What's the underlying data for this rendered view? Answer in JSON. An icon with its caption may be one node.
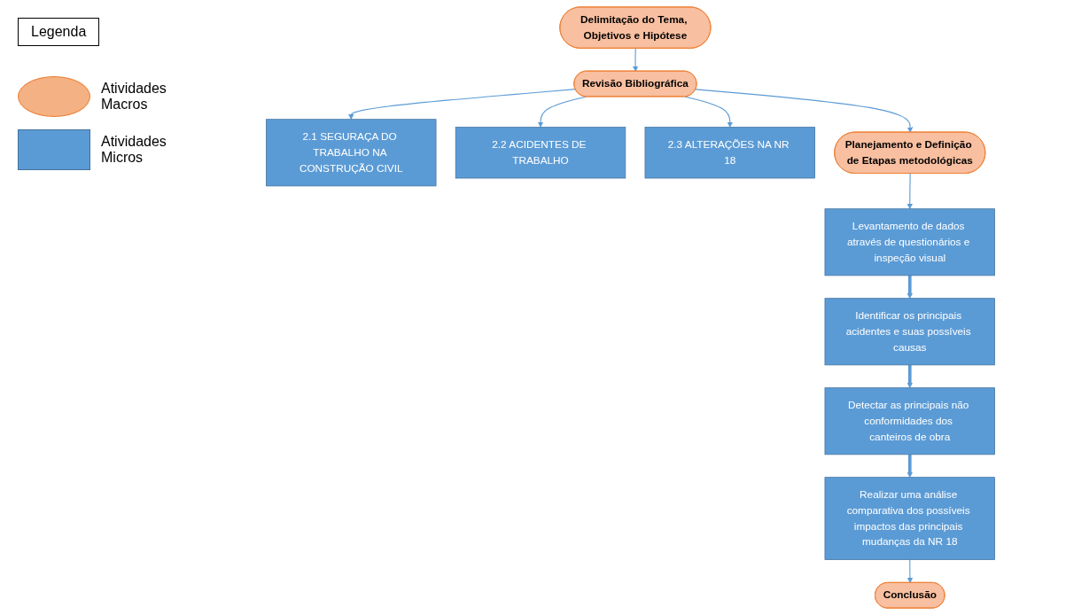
{
  "diagram": {
    "nodes": [
      {
        "text": [
          "Delimitação do Tema, Objetivos e Hipótese"
        ]
      },
      {
        "text": [
          "Revisão Bibliográfica"
        ]
      },
      {
        "text": [
          "2.1 SEGURAÇA DO TRABALHO NA CONSTRUÇÃO CIVIL"
        ]
      },
      {
        "text": [
          "2.2 ACIDENTES DE TRABALHO"
        ]
      },
      {
        "text": [
          "2.3 ALTERAÇÕES NA NR 18"
        ]
      },
      {
        "text": [
          "Planejamento e Definição de Etapas metodológicas"
        ]
      },
      {
        "text": [
          "Levantamento de dados através de questionários e inspeção visual"
        ]
      },
      {
        "text": [
          "Identificar os principais acidentes e suas possíveis causas"
        ]
      },
      {
        "text": [
          "Detectar as principais não conformidades dos canteiros de obra"
        ]
      },
      {
        "text": [
          "Realizar uma análise comparativa dos possíveis impactos das principais mudanças da NR 18"
        ]
      },
      {
        "text": [
          "Conclusão"
        ]
      }
    ],
    "edges": [
      {
        "from": 0,
        "to": 1,
        "arrow": "to"
      },
      {
        "from": 1,
        "to": 2,
        "arrow": "to"
      },
      {
        "from": 1,
        "to": 3,
        "arrow": "to"
      },
      {
        "from": 1,
        "to": 4,
        "arrow": "to"
      },
      {
        "from": 1,
        "to": 5,
        "arrow": "to"
      },
      {
        "from": 5,
        "to": 6,
        "arrow": "to"
      },
      {
        "from": 6,
        "to": 7,
        "arrow": "to",
        "style": "thick"
      },
      {
        "from": 7,
        "to": 8,
        "arrow": "to",
        "style": "thick"
      },
      {
        "from": 8,
        "to": 9,
        "arrow": "to",
        "style": "thick"
      },
      {
        "from": 9,
        "to": 10,
        "arrow": "to"
      }
    ],
    "labels": [
      "Legenda"
    ],
    "legend": [
      {
        "text": "Atividades Macros",
        "color": "#f4b183"
      },
      {
        "text": "Atividades Micros",
        "color": "#5b9bd5"
      }
    ]
  }
}
